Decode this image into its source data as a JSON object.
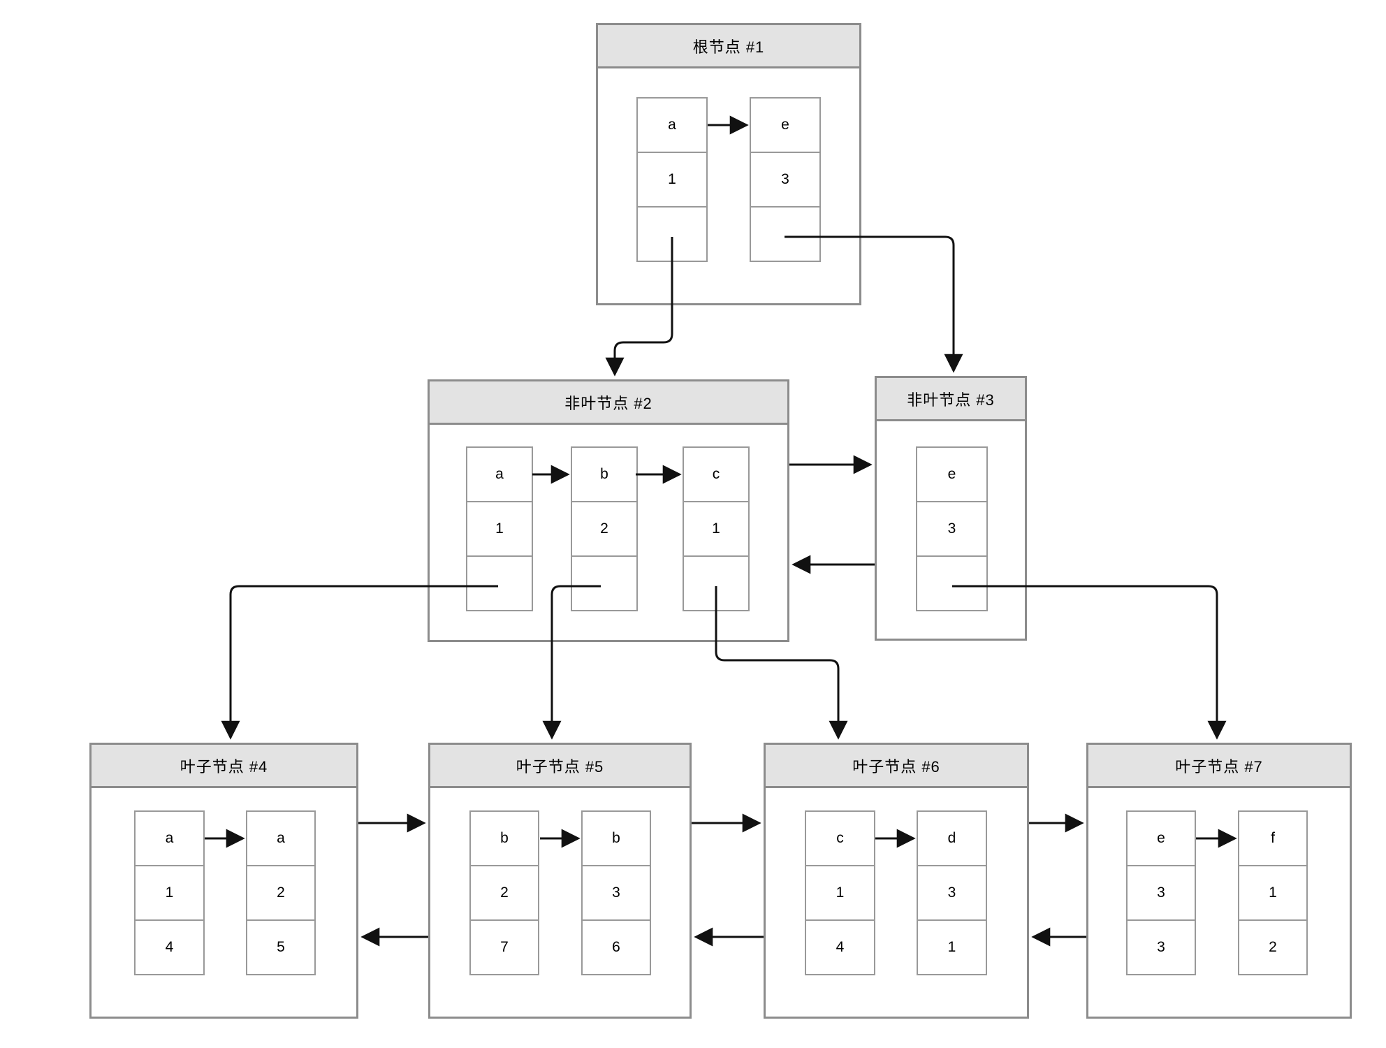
{
  "diagram": {
    "type": "b-plus-tree",
    "background": "#ffffff",
    "colors": {
      "title_bg": "#e3e3e3",
      "node_border": "#8c8c8c",
      "cell_border": "#999999",
      "arrow": "#111111",
      "text": "#000000"
    }
  },
  "nodes": [
    {
      "id": "root-1",
      "title": "根节点 #1",
      "cells": [
        [
          "a",
          "1",
          ""
        ],
        [
          "e",
          "3",
          ""
        ]
      ]
    },
    {
      "id": "internal-2",
      "title": "非叶节点 #2",
      "cells": [
        [
          "a",
          "1",
          ""
        ],
        [
          "b",
          "2",
          ""
        ],
        [
          "c",
          "1",
          ""
        ]
      ]
    },
    {
      "id": "internal-3",
      "title": "非叶节点 #3",
      "cells": [
        [
          "e",
          "3",
          ""
        ]
      ]
    },
    {
      "id": "leaf-4",
      "title": "叶子节点 #4",
      "cells": [
        [
          "a",
          "1",
          "4"
        ],
        [
          "a",
          "2",
          "5"
        ]
      ]
    },
    {
      "id": "leaf-5",
      "title": "叶子节点 #5",
      "cells": [
        [
          "b",
          "2",
          "7"
        ],
        [
          "b",
          "3",
          "6"
        ]
      ]
    },
    {
      "id": "leaf-6",
      "title": "叶子节点 #6",
      "cells": [
        [
          "c",
          "1",
          "4"
        ],
        [
          "d",
          "3",
          "1"
        ]
      ]
    },
    {
      "id": "leaf-7",
      "title": "叶子节点 #7",
      "cells": [
        [
          "e",
          "3",
          "3"
        ],
        [
          "f",
          "1",
          "2"
        ]
      ]
    }
  ],
  "links": [
    {
      "type": "record-chain",
      "node": "root-1",
      "from": "a",
      "to": "e"
    },
    {
      "type": "record-chain",
      "node": "internal-2",
      "from": "a",
      "to": "b"
    },
    {
      "type": "record-chain",
      "node": "internal-2",
      "from": "b",
      "to": "c"
    },
    {
      "type": "record-chain",
      "node": "leaf-4",
      "from": "a",
      "to": "a"
    },
    {
      "type": "record-chain",
      "node": "leaf-5",
      "from": "b",
      "to": "b"
    },
    {
      "type": "record-chain",
      "node": "leaf-6",
      "from": "c",
      "to": "d"
    },
    {
      "type": "record-chain",
      "node": "leaf-7",
      "from": "e",
      "to": "f"
    },
    {
      "type": "child-pointer",
      "from": "root-1.a",
      "to": "internal-2"
    },
    {
      "type": "child-pointer",
      "from": "root-1.e",
      "to": "internal-3"
    },
    {
      "type": "child-pointer",
      "from": "internal-2.a",
      "to": "leaf-4"
    },
    {
      "type": "child-pointer",
      "from": "internal-2.b",
      "to": "leaf-5"
    },
    {
      "type": "child-pointer",
      "from": "internal-2.c",
      "to": "leaf-6"
    },
    {
      "type": "child-pointer",
      "from": "internal-3.e",
      "to": "leaf-7"
    },
    {
      "type": "sibling-next",
      "from": "internal-2",
      "to": "internal-3"
    },
    {
      "type": "sibling-prev",
      "from": "internal-3",
      "to": "internal-2"
    },
    {
      "type": "sibling-next",
      "from": "leaf-4",
      "to": "leaf-5"
    },
    {
      "type": "sibling-prev",
      "from": "leaf-5",
      "to": "leaf-4"
    },
    {
      "type": "sibling-next",
      "from": "leaf-5",
      "to": "leaf-6"
    },
    {
      "type": "sibling-prev",
      "from": "leaf-6",
      "to": "leaf-5"
    },
    {
      "type": "sibling-next",
      "from": "leaf-6",
      "to": "leaf-7"
    },
    {
      "type": "sibling-prev",
      "from": "leaf-7",
      "to": "leaf-6"
    }
  ]
}
